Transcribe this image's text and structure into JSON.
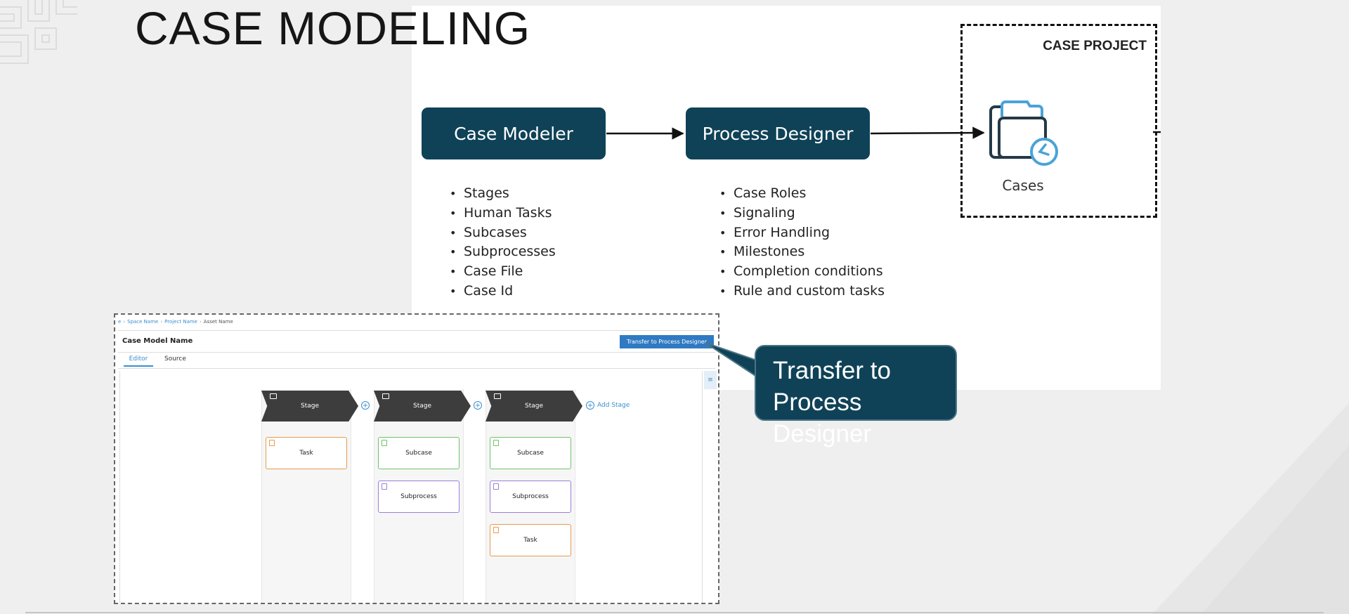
{
  "slide": {
    "title": "CASE MODELING"
  },
  "flow": {
    "box1": "Case Modeler",
    "box2": "Process Designer",
    "project_label": "CASE PROJECT",
    "cases_label": "Cases",
    "icon": "cases-folder-clock-icon",
    "list1": [
      "Stages",
      "Human Tasks",
      "Subcases",
      "Subprocesses",
      "Case File",
      "Case Id"
    ],
    "list2": [
      "Case Roles",
      "Signaling",
      "Error Handling",
      "Milestones",
      "Completion conditions",
      "Rule and custom tasks"
    ]
  },
  "mockup": {
    "breadcrumb": {
      "first": "e",
      "space": "Space Name",
      "project": "Project Name",
      "asset": "Asset Name"
    },
    "title": "Case Model Name",
    "transfer_button": "Transfer to Process Designer",
    "tabs": {
      "editor": "Editor",
      "source": "Source"
    },
    "add_stage": "Add Stage",
    "stages": [
      {
        "label": "Stage",
        "cards": [
          {
            "type": "task",
            "label": "Task"
          }
        ]
      },
      {
        "label": "Stage",
        "cards": [
          {
            "type": "subcase",
            "label": "Subcase"
          },
          {
            "type": "subprocess",
            "label": "Subprocess"
          }
        ]
      },
      {
        "label": "Stage",
        "cards": [
          {
            "type": "subcase",
            "label": "Subcase"
          },
          {
            "type": "subprocess",
            "label": "Subprocess"
          },
          {
            "type": "task",
            "label": "Task"
          }
        ]
      }
    ],
    "colors": {
      "task": "#e89c4a",
      "subcase": "#6fc36a",
      "subprocess": "#9b7fd8",
      "accent": "#3a8fd0"
    }
  },
  "callout": {
    "line1": "Transfer to",
    "line2": "Process Designer"
  },
  "colors": {
    "box": "#0f4257",
    "background": "#efefef"
  }
}
